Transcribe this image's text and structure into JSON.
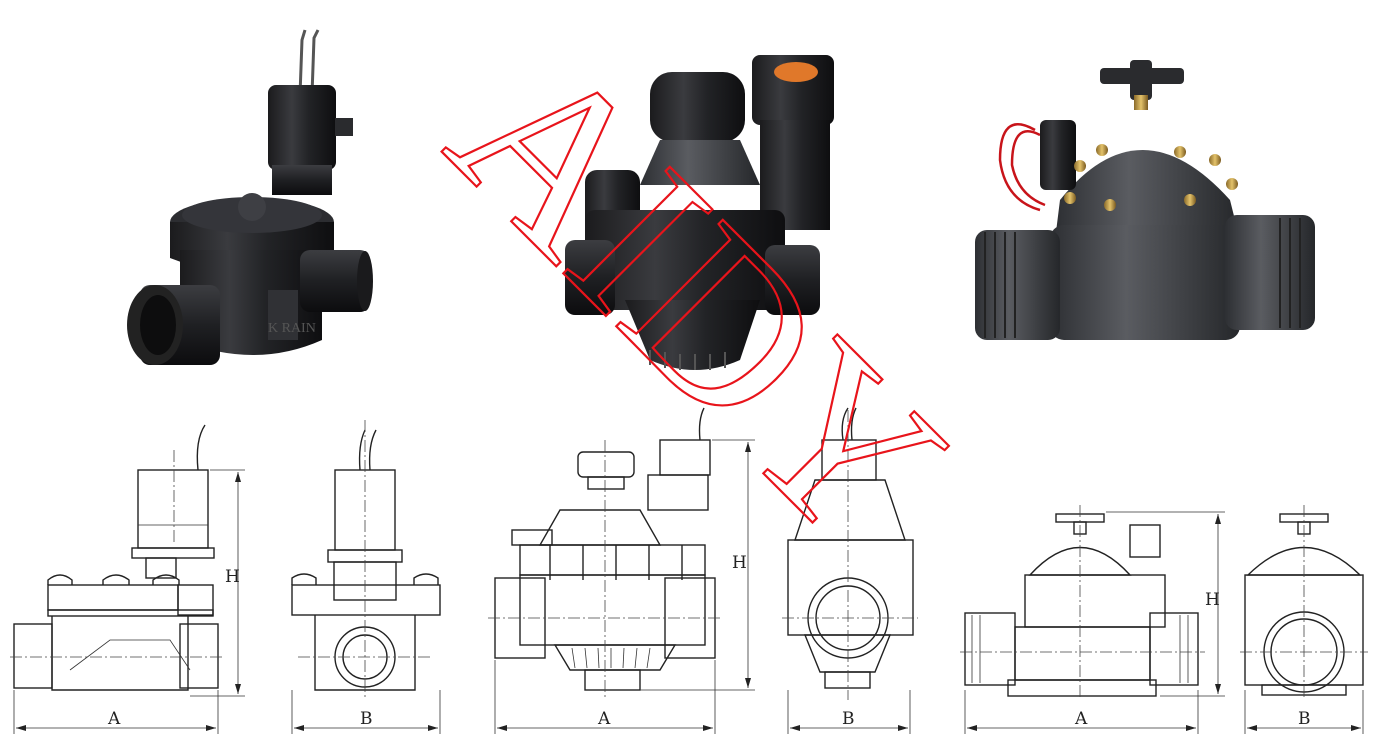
{
  "watermark": {
    "text": "AIDY",
    "color": "#e8141b"
  },
  "photos": [
    {
      "name": "small-valve-photo",
      "brand_text": "K RAIN"
    },
    {
      "name": "medium-valve-photo",
      "brand_text": ""
    },
    {
      "name": "large-valve-photo",
      "brand_text": ""
    }
  ],
  "drawings": [
    {
      "front_width_label": "A",
      "height_label": "H",
      "side_width_label": "B"
    },
    {
      "front_width_label": "A",
      "height_label": "H",
      "side_width_label": "B"
    },
    {
      "front_width_label": "A",
      "height_label": "H",
      "side_width_label": "B"
    }
  ]
}
